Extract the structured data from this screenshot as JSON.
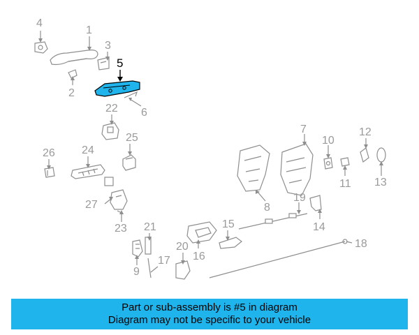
{
  "highlight": {
    "part_number": "5",
    "color": "#1fb4ec"
  },
  "labels": [
    "1",
    "2",
    "3",
    "4",
    "5",
    "6",
    "7",
    "8",
    "9",
    "10",
    "11",
    "12",
    "13",
    "14",
    "15",
    "16",
    "17",
    "18",
    "19",
    "20",
    "21",
    "22",
    "23",
    "24",
    "25",
    "26",
    "27"
  ],
  "caption": {
    "line1": "Part or sub-assembly is #5 in diagram",
    "line2": "Diagram may not be specific to your vehicle"
  },
  "colors": {
    "caption_band": "#1fb4ec",
    "part_stroke": "#8e8e8e",
    "label": "#9a9a9a"
  }
}
